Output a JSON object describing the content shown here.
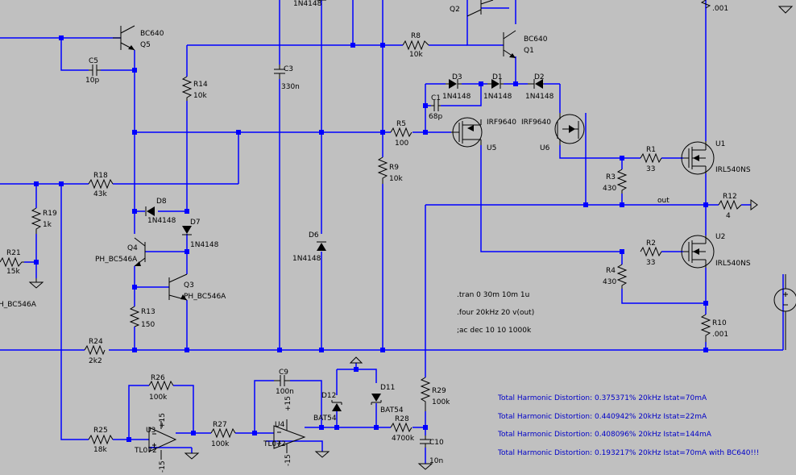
{
  "components": {
    "q5": {
      "name": "Q5",
      "value": "BC640"
    },
    "q2": {
      "name": "Q2"
    },
    "q1": {
      "name": "Q1",
      "value": "BC640"
    },
    "q4": {
      "name": "Q4",
      "value": "PH_BC546A"
    },
    "q3": {
      "name": "Q3",
      "value": "PH_BC546A"
    },
    "qx": {
      "value": "H_BC546A"
    },
    "c5": {
      "name": "C5",
      "value": "10p"
    },
    "c3": {
      "name": "C3",
      "value": "330n"
    },
    "c1": {
      "name": "C1",
      "value": "68p"
    },
    "c9": {
      "name": "C9",
      "value": "100n"
    },
    "c10": {
      "name": "C10",
      "value": "10n"
    },
    "r14": {
      "name": "R14",
      "value": "10k"
    },
    "r8": {
      "name": "R8",
      "value": "10k"
    },
    "r5": {
      "name": "R5",
      "value": "100"
    },
    "r9": {
      "name": "R9",
      "value": "10k"
    },
    "r18": {
      "name": "R18",
      "value": "43k"
    },
    "r19": {
      "name": "R19",
      "value": "1k"
    },
    "r21": {
      "name": "R21",
      "value": "15k"
    },
    "r13": {
      "name": "R13",
      "value": "150"
    },
    "r24": {
      "name": "R24",
      "value": "2k2"
    },
    "r26": {
      "name": "R26",
      "value": "100k"
    },
    "r25": {
      "name": "R25",
      "value": "18k"
    },
    "r27": {
      "name": "R27",
      "value": "100k"
    },
    "r28": {
      "name": "R28",
      "value": "4700k"
    },
    "r29": {
      "name": "R29",
      "value": "100k"
    },
    "r1": {
      "name": "R1",
      "value": "33"
    },
    "r2": {
      "name": "R2",
      "value": "33"
    },
    "r3": {
      "name": "R3",
      "value": "430"
    },
    "r4": {
      "name": "R4",
      "value": "430"
    },
    "r10": {
      "name": "R10",
      "value": ".001"
    },
    "r11": {
      "value": ".001"
    },
    "r12": {
      "name": "R12",
      "value": "4"
    },
    "d3": {
      "name": "D3",
      "value": "1N4148"
    },
    "d1": {
      "name": "D1",
      "value": "1N4148"
    },
    "d2": {
      "name": "D2",
      "value": "1N4148"
    },
    "d8": {
      "name": "D8",
      "value": "1N4148"
    },
    "d7": {
      "name": "D7",
      "value": "1N4148"
    },
    "d6": {
      "name": "D6",
      "value": "1N4148"
    },
    "d11": {
      "name": "D11",
      "value": "BAT54"
    },
    "d12": {
      "name": "D12",
      "value": "BAT54"
    },
    "dtop": {
      "value": "1N4148"
    },
    "u5": {
      "name": "U5",
      "value": "IRF9640"
    },
    "u6": {
      "name": "U6",
      "value": "IRF9640"
    },
    "u1": {
      "name": "U1",
      "value": "IRL540NS"
    },
    "u2": {
      "name": "U2",
      "value": "IRL540NS"
    },
    "u3": {
      "name": "U3",
      "value": "TL072",
      "vpos": "+15",
      "vneg": "-15"
    },
    "u4": {
      "name": "U4",
      "value": "TL072",
      "vpos": "+15",
      "vneg": "-15"
    }
  },
  "net_labels": {
    "out": "out"
  },
  "directives": [
    ".tran 0 30m 10m 1u",
    ".four 20kHz 20 v(out)",
    ";ac dec 10 10 1000k"
  ],
  "results": [
    "Total Harmonic Distortion: 0.375371% 20kHz Istat=70mA",
    "Total Harmonic Distortion: 0.440942% 20kHz Istat=22mA",
    "Total Harmonic Distortion: 0.408096% 20kHz Istat=144mA",
    "Total Harmonic Distortion: 0.193217% 20kHz Istat=70mA with BC640!!!"
  ],
  "colors": {
    "background": "#c0c0c0",
    "wire": "#0000ff",
    "component": "#000000",
    "directive_text": "#0000c8"
  }
}
